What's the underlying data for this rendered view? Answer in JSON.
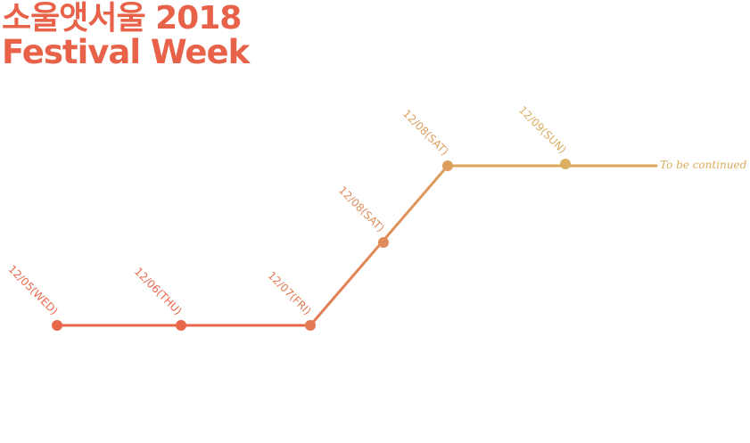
{
  "header": {
    "title_line1": "소울앳서울 2018",
    "title_line2": "Festival Week"
  },
  "colors": {
    "title": "#e8624a",
    "segment_1": "#e8674b",
    "segment_2": "#e08a5a",
    "segment_3": "#dda559",
    "end_text": "#d9ad5c"
  },
  "timeline": {
    "nodes": [
      {
        "label": "12/05(WED)",
        "color": "#e8674b"
      },
      {
        "label": "12/06(THU)",
        "color": "#e8674b"
      },
      {
        "label": "12/07(FRI)",
        "color": "#e37a53"
      },
      {
        "label": "12/08(SAT)",
        "color": "#e08c5b"
      },
      {
        "label": "12/08(SAT)",
        "color": "#dd9d5c"
      },
      {
        "label": "12/09(SUN)",
        "color": "#dbae60"
      }
    ],
    "end_label": "To be continued"
  }
}
